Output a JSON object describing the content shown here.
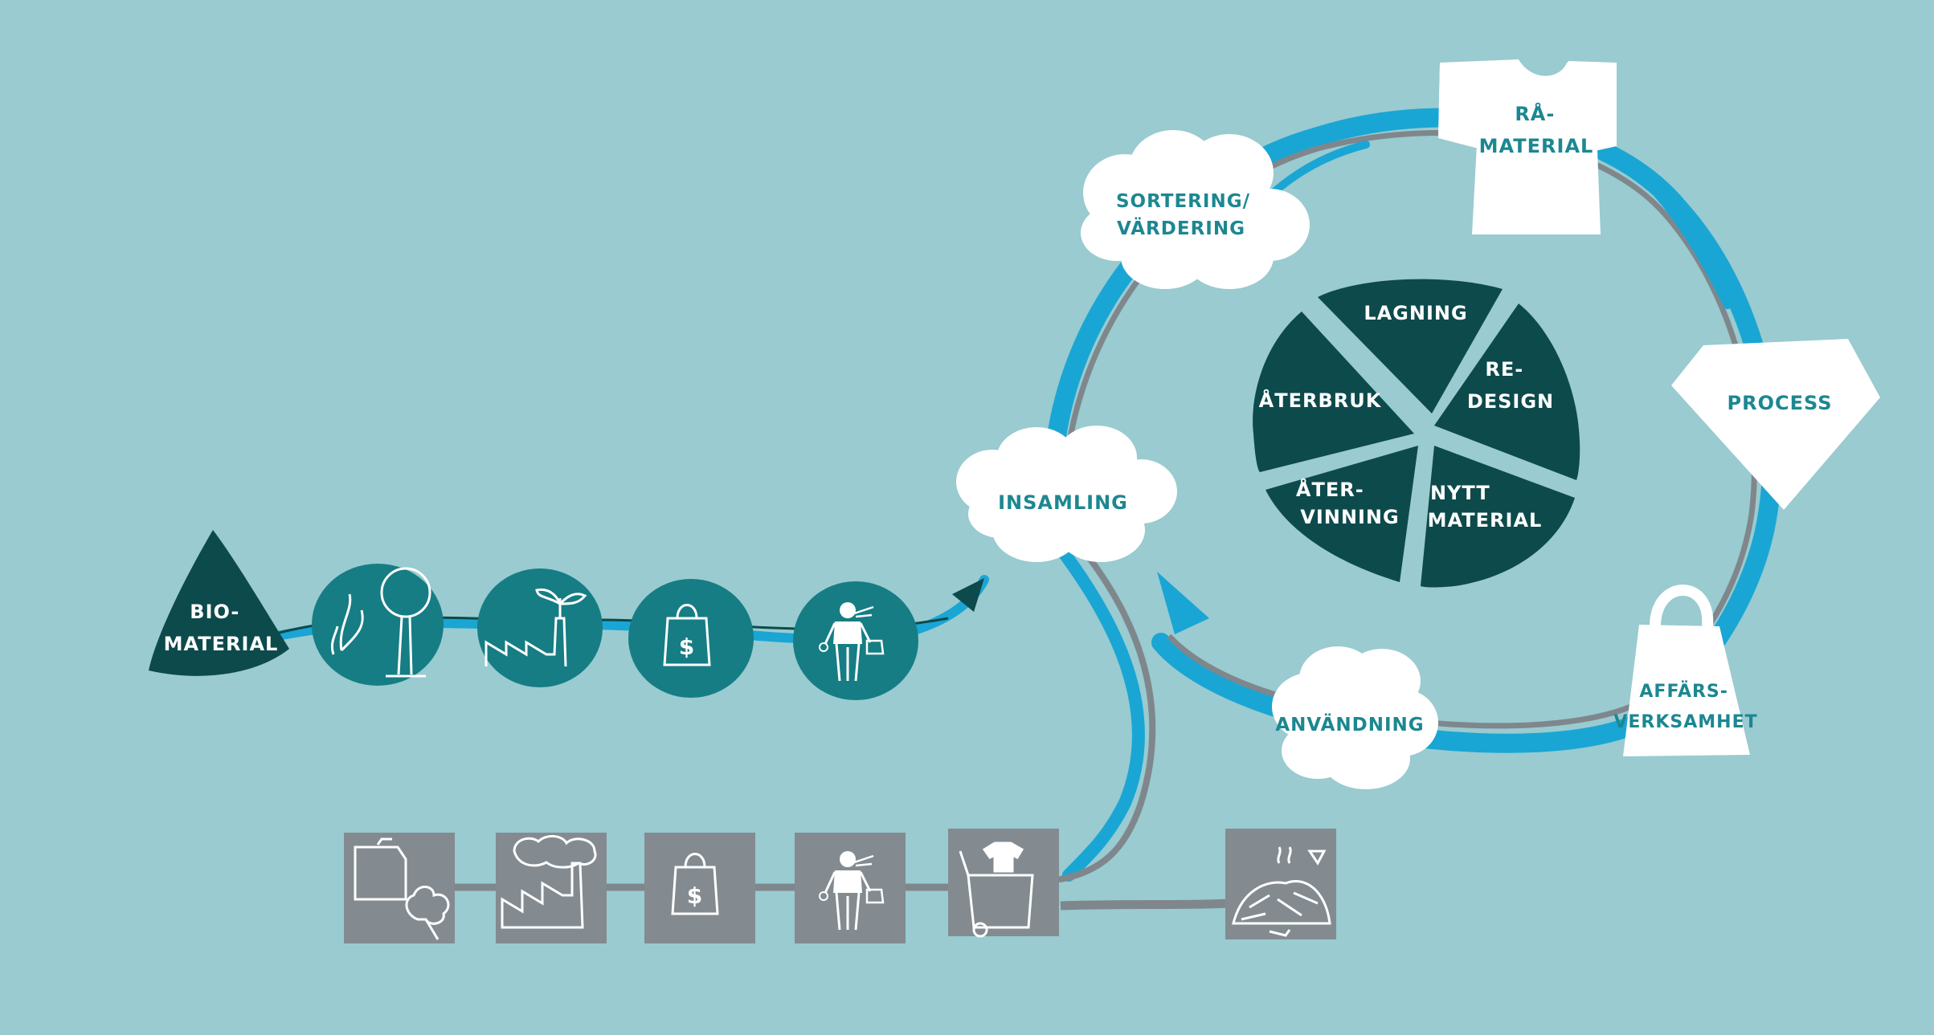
{
  "colors": {
    "background": "#99cbd0",
    "flow_blue": "#1aa6d4",
    "flow_grey": "#7f878c",
    "teal": "#167d84",
    "dark_teal": "#0d4a4c",
    "box_grey": "#838b91",
    "white": "#ffffff",
    "label_teal": "#1c8791"
  },
  "labels": {
    "biomaterial": [
      "BIO-",
      "MATERIAL"
    ],
    "sortering": [
      "SORTERING/",
      "VÄRDERING"
    ],
    "insamling": [
      "INSAMLING"
    ],
    "ramaterial": [
      "RÅ-",
      "MATERIAL"
    ],
    "process": [
      "PROCESS"
    ],
    "affarsverksamhet": [
      "AFFÄRS-",
      "VERKSAMHET"
    ],
    "anvandning": [
      "ANVÄNDNING"
    ]
  },
  "wheel": {
    "lagning": [
      "LAGNING"
    ],
    "redesign": [
      "RE-",
      "DESIGN"
    ],
    "aterbruk": [
      "ÅTERBRUK"
    ],
    "atervinning": [
      "ÅTER-",
      "VINNING"
    ],
    "nytt_material": [
      "NYTT",
      "MATERIAL"
    ]
  },
  "icons": {
    "top_row": [
      "plants-trees-icon",
      "factory-sprout-icon",
      "shopping-bag-dollar-icon",
      "shopper-person-icon"
    ],
    "bottom_row": [
      "oil-can-cotton-icon",
      "smoky-factory-icon",
      "shopping-bag-dollar-icon",
      "shopper-person-icon",
      "trash-bin-shirt-icon",
      "landfill-waste-icon"
    ],
    "bag_symbol": "$"
  }
}
